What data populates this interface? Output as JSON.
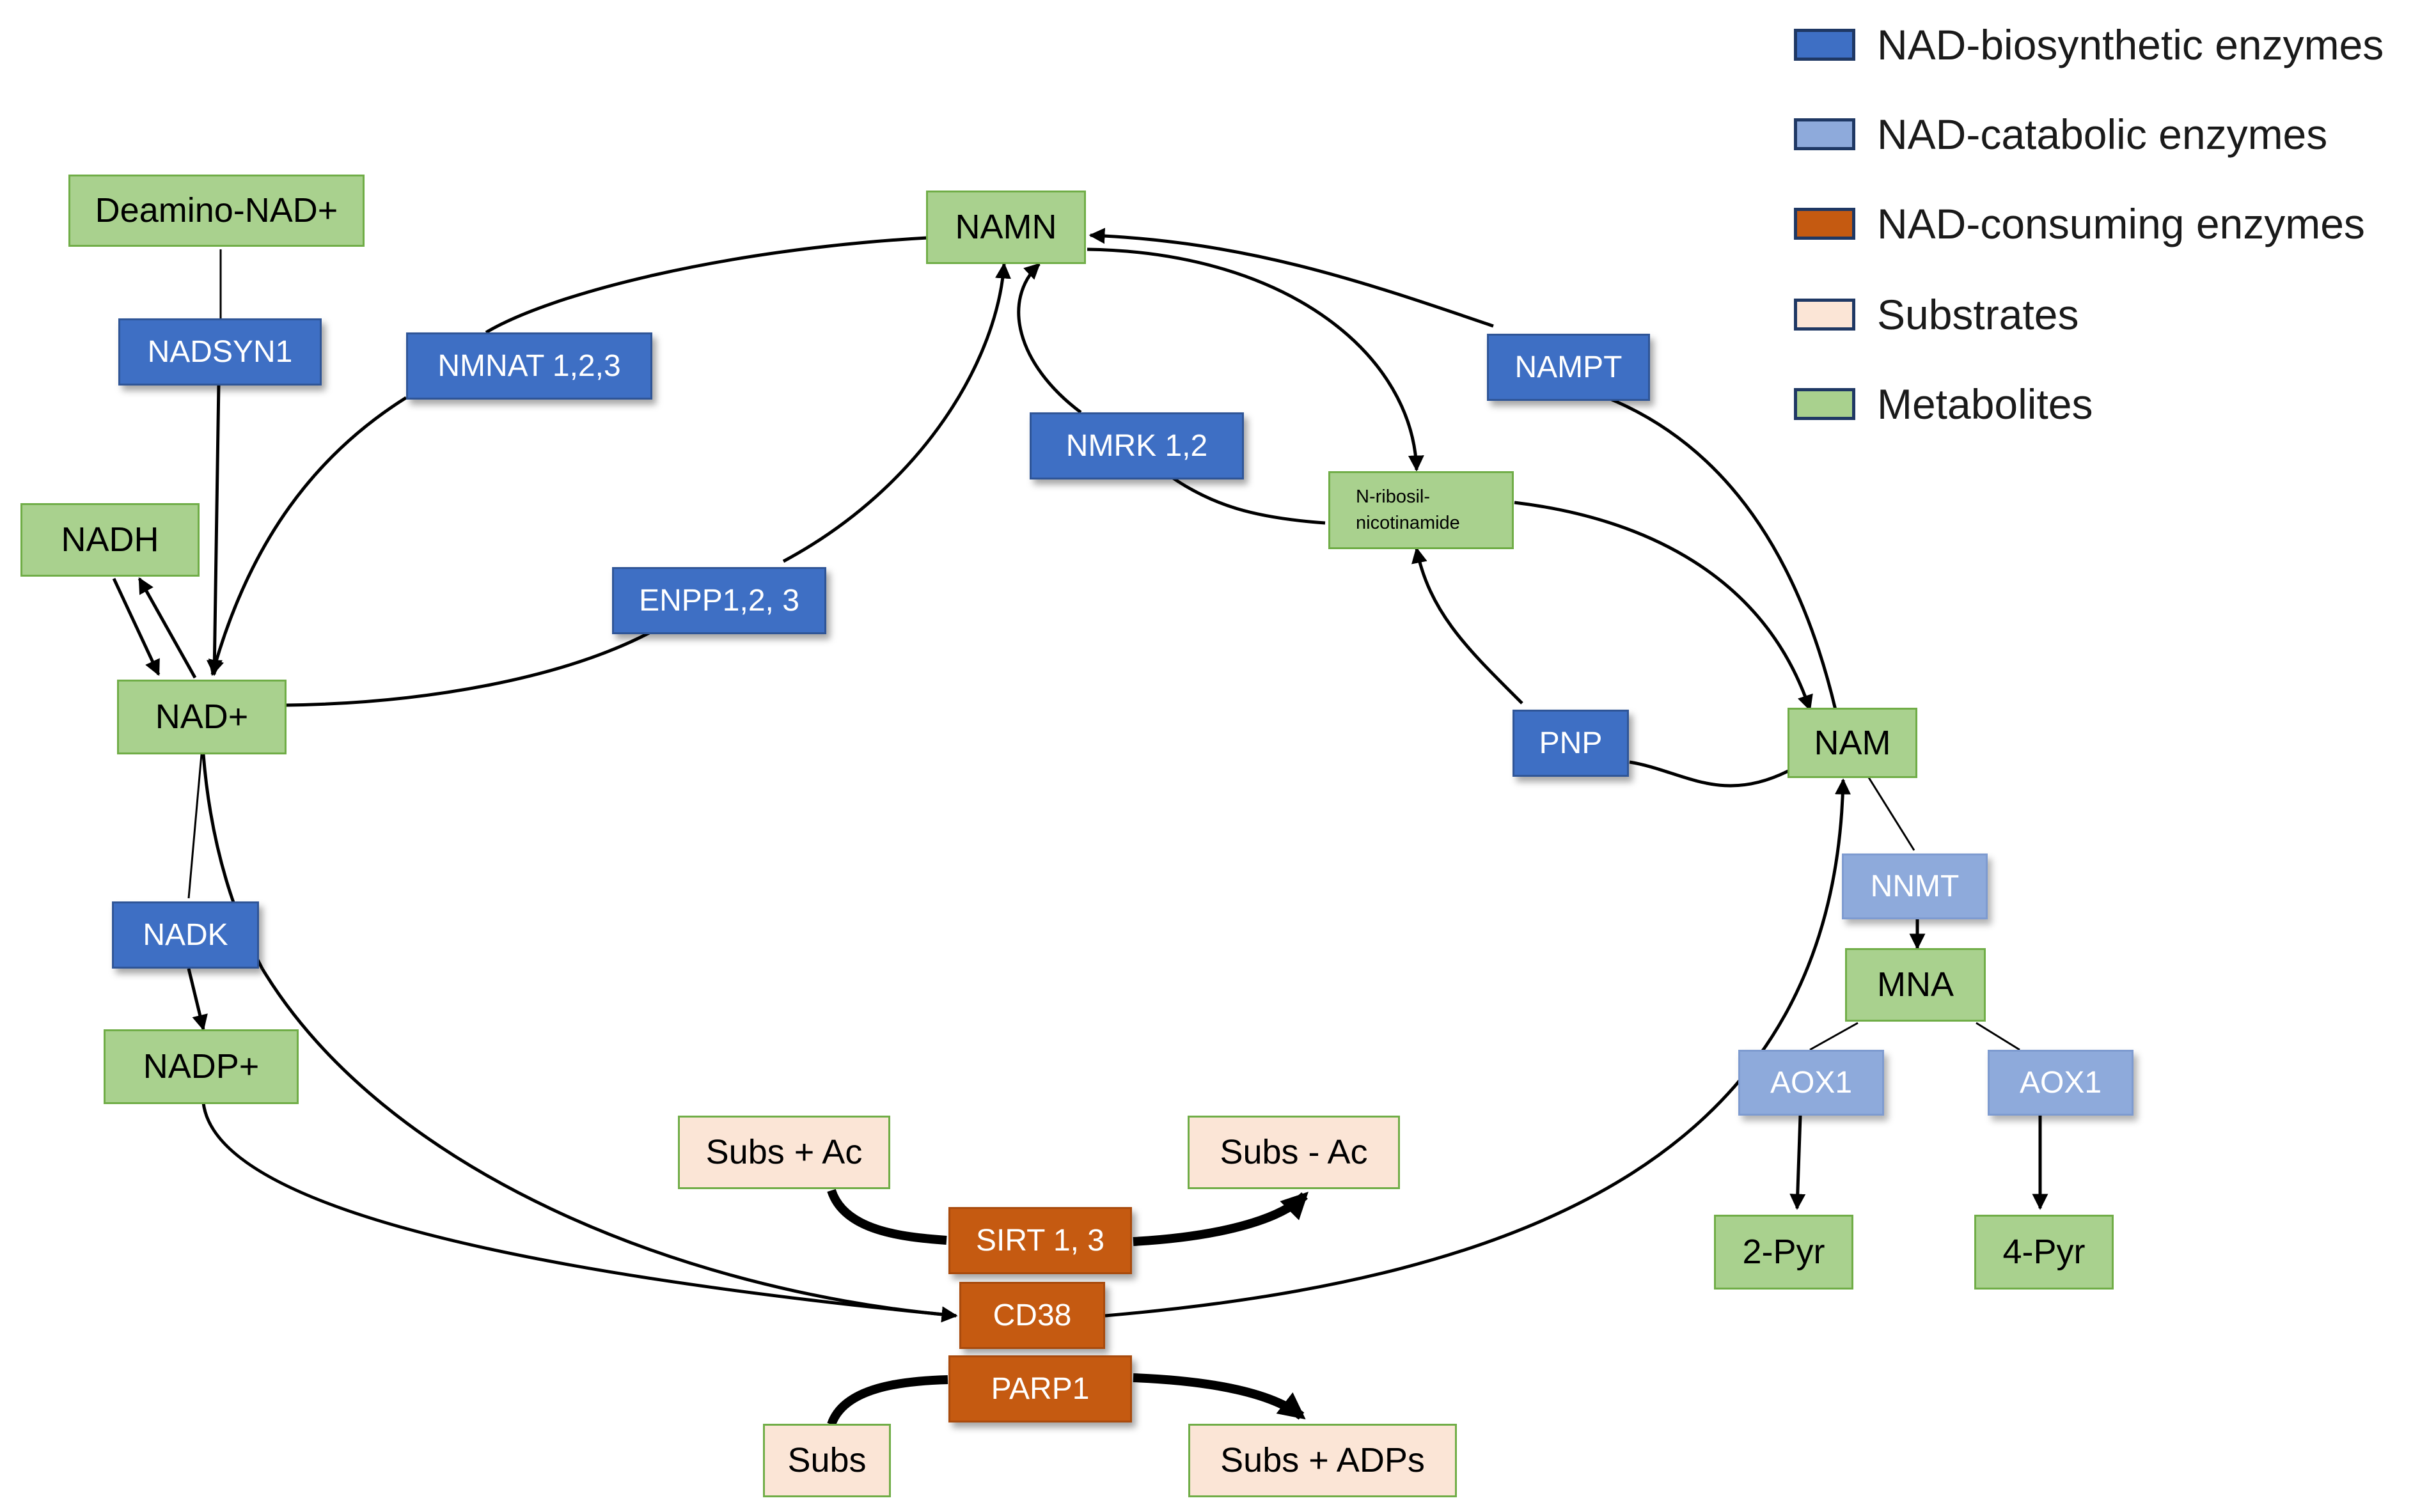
{
  "legend": [
    {
      "label": "NAD-biosynthetic enzymes",
      "color": "#3e6fc4"
    },
    {
      "label": "NAD-catabolic enzymes",
      "color": "#8eaadb"
    },
    {
      "label": "NAD-consuming enzymes",
      "color": "#c55a11"
    },
    {
      "label": "Substrates",
      "color": "#fbe5d6"
    },
    {
      "label": "Metabolites",
      "color": "#a9d18e"
    }
  ],
  "metabolites": {
    "deamino_nad": "Deamino-NAD+",
    "namn": "NAMN",
    "nadh": "NADH",
    "nad_plus": "NAD+",
    "nadp_plus": "NADP+",
    "n_ribosil_line1": "N-ribosil-",
    "n_ribosil_line2": "nicotinamide",
    "nam": "NAM",
    "mna": "MNA",
    "pyr2": "2-Pyr",
    "pyr4": "4-Pyr"
  },
  "biosynthetic_enzymes": {
    "nadsyn1": "NADSYN1",
    "nmnat": "NMNAT 1,2,3",
    "nampt": "NAMPT",
    "nmrk": "NMRK 1,2",
    "enpp": "ENPP1,2, 3",
    "pnp": "PNP",
    "nadk": "NADK"
  },
  "catabolic_enzymes": {
    "nnmt": "NNMT",
    "aox1_left": "AOX1",
    "aox1_right": "AOX1"
  },
  "consuming_enzymes": {
    "sirt": "SIRT 1, 3",
    "cd38": "CD38",
    "parp1": "PARP1"
  },
  "substrates": {
    "subs_plus_ac": "Subs + Ac",
    "subs_minus_ac": "Subs - Ac",
    "subs": "Subs",
    "subs_plus_adps": "Subs + ADPs"
  }
}
